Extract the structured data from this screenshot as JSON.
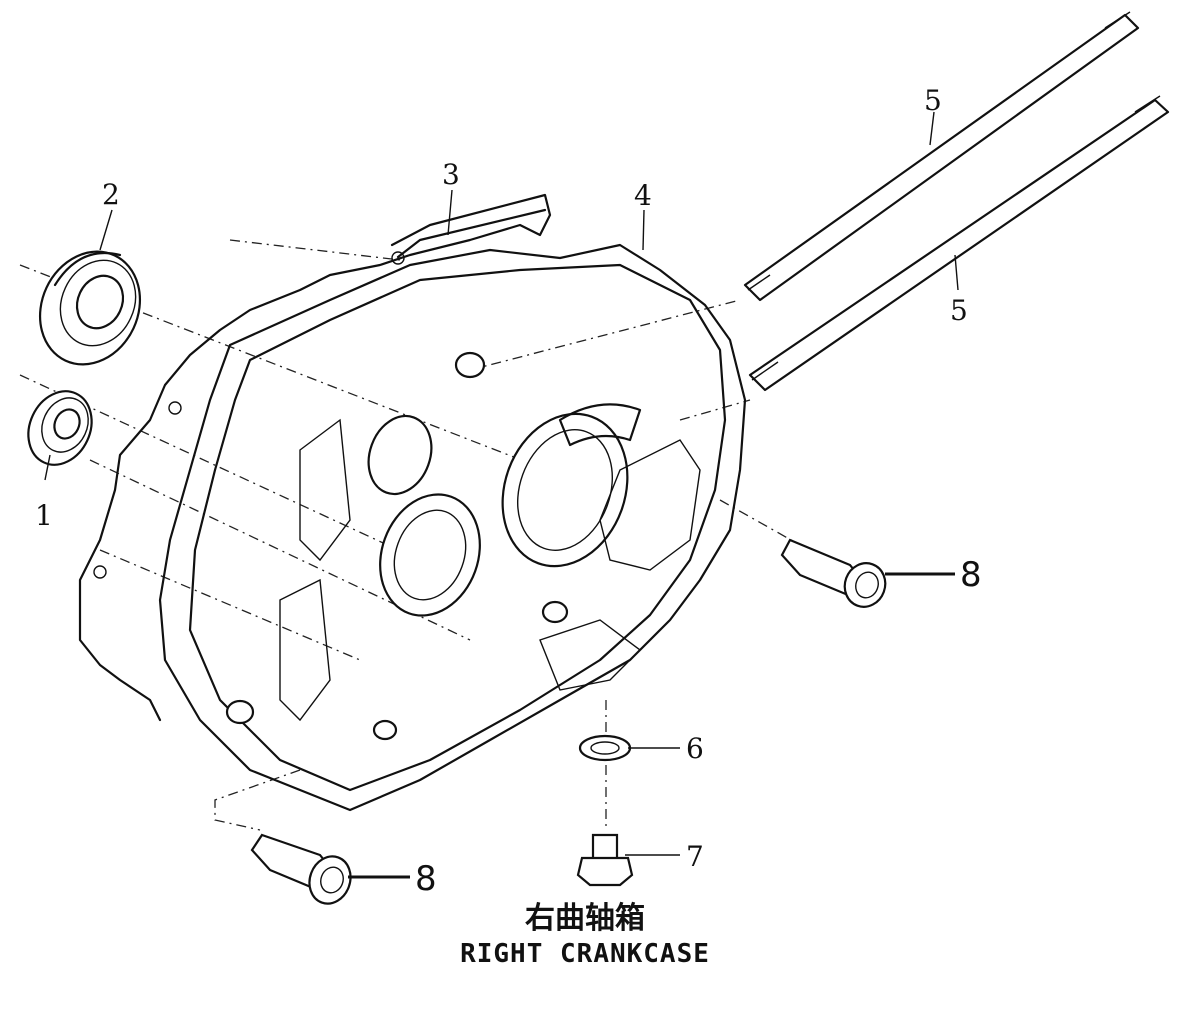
{
  "callouts": {
    "c1": "1",
    "c2": "2",
    "c3": "3",
    "c4": "4",
    "c5a": "5",
    "c5b": "5",
    "c6": "6",
    "c7": "7",
    "c8a": "8",
    "c8b": "8"
  },
  "caption": {
    "chinese": "右曲轴箱",
    "english": "RIGHT CRANKCASE"
  }
}
